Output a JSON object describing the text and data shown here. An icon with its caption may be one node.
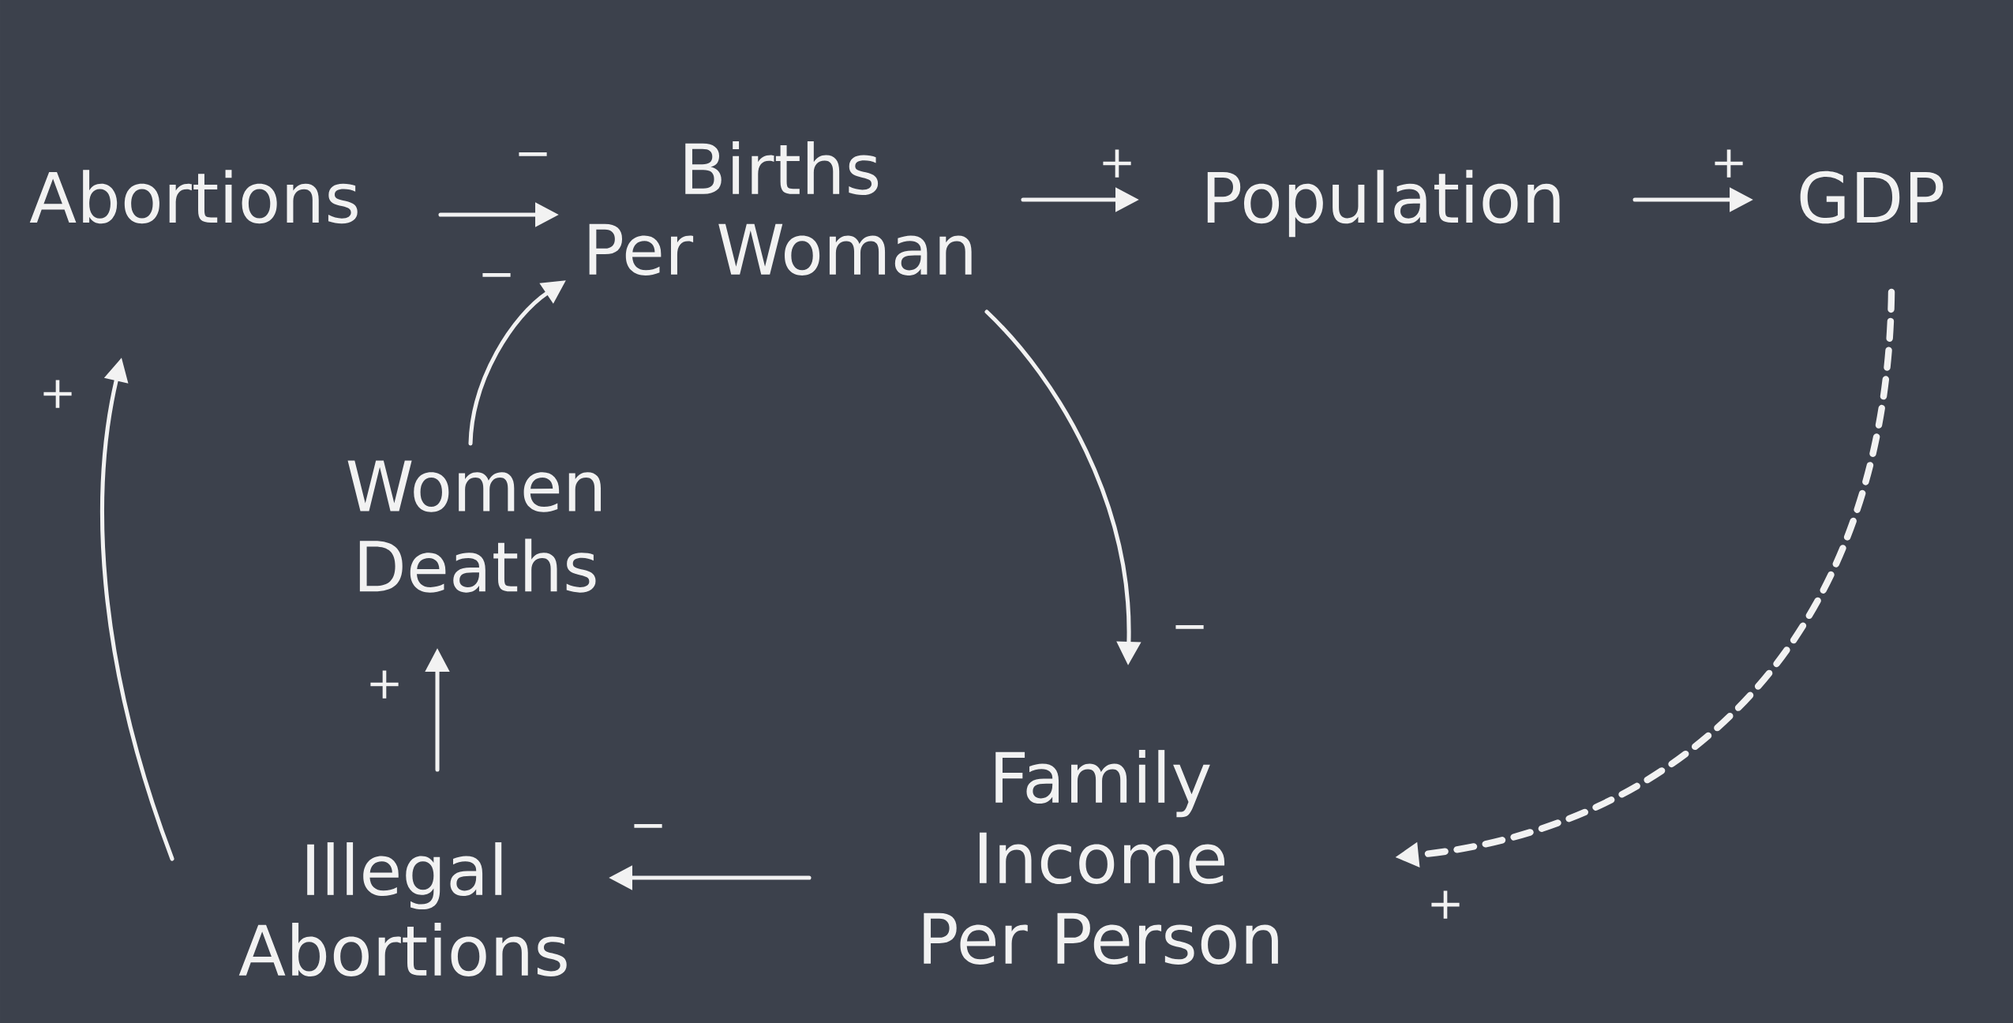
{
  "diagram": {
    "nodes": [
      {
        "text": [
          "Abortions"
        ]
      },
      {
        "text": [
          "Births Per Woman"
        ]
      },
      {
        "text": [
          "Population"
        ]
      },
      {
        "text": [
          "GDP"
        ]
      },
      {
        "text": [
          "Women Deaths"
        ]
      },
      {
        "text": [
          "Family Income Per Person"
        ]
      },
      {
        "text": [
          "Illegal Abortions"
        ]
      }
    ],
    "edges": [
      {
        "from": 0,
        "to": 1,
        "arrow": "to",
        "label": "−"
      },
      {
        "from": 1,
        "to": 2,
        "arrow": "to",
        "label": "+"
      },
      {
        "from": 2,
        "to": 3,
        "arrow": "to",
        "label": "+"
      },
      {
        "from": 3,
        "to": 5,
        "arrow": "to",
        "label": "+",
        "style": "dashed"
      },
      {
        "from": 1,
        "to": 5,
        "arrow": "to",
        "label": "−"
      },
      {
        "from": 5,
        "to": 6,
        "arrow": "to",
        "label": "−"
      },
      {
        "from": 6,
        "to": 4,
        "arrow": "to",
        "label": "+"
      },
      {
        "from": 4,
        "to": 1,
        "arrow": "to",
        "label": "−"
      },
      {
        "from": 6,
        "to": 0,
        "arrow": "to",
        "label": "+"
      }
    ]
  }
}
